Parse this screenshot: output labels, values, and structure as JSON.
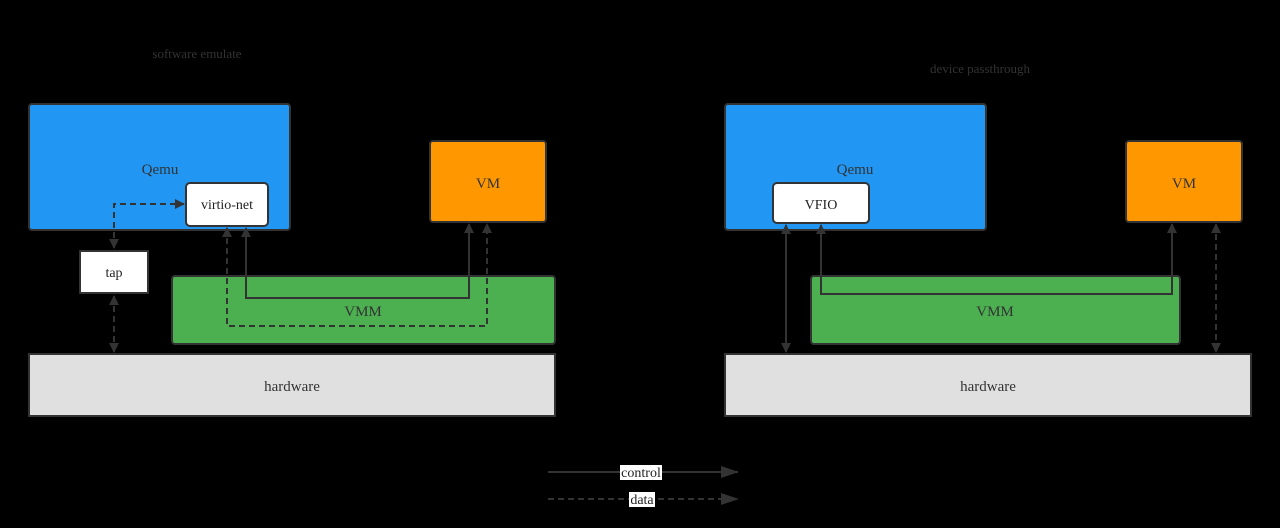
{
  "left": {
    "title": "software emulate",
    "qemu": "Qemu",
    "device": "virtio-net",
    "vm": "VM",
    "tap": "tap",
    "vmm": "VMM",
    "hardware": "hardware"
  },
  "right": {
    "title": "device passthrough",
    "qemu": "Qemu",
    "device": "VFIO",
    "vm": "VM",
    "vmm": "VMM",
    "hardware": "hardware"
  },
  "legend": {
    "control": "control",
    "data": "data"
  },
  "colors": {
    "qemu": "#2196F3",
    "vm": "#FF9800",
    "vmm": "#4CAF50",
    "hardware": "#E0E0E0",
    "device": "#FFFFFF",
    "border": "#333333",
    "line": "#333333"
  }
}
